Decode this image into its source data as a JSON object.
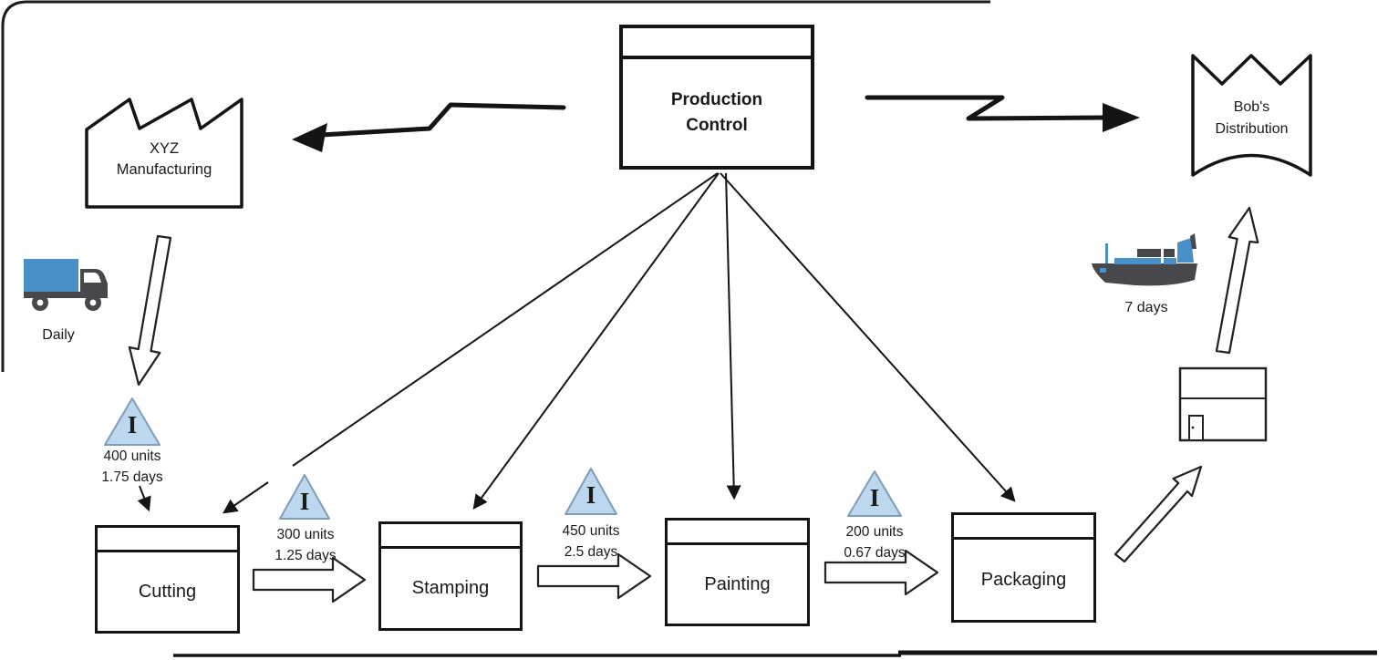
{
  "diagram_type": "value-stream-map",
  "production_control": {
    "label": "Production Control"
  },
  "supplier": {
    "name": "XYZ Manufacturing",
    "inbound_shipment": {
      "icon": "truck-icon",
      "frequency": "Daily"
    }
  },
  "customer": {
    "name": "Bob's Distribution",
    "outbound_shipment": {
      "icon": "ship-icon",
      "duration": "7 days"
    }
  },
  "processes": [
    {
      "label": "Cutting"
    },
    {
      "label": "Stamping"
    },
    {
      "label": "Painting"
    },
    {
      "label": "Packaging"
    }
  ],
  "inventories": [
    {
      "symbol": "I",
      "units": "400 units",
      "time": "1.75 days"
    },
    {
      "symbol": "I",
      "units": "300 units",
      "time": "1.25 days"
    },
    {
      "symbol": "I",
      "units": "450 units",
      "time": "2.5 days"
    },
    {
      "symbol": "I",
      "units": "200 units",
      "time": "0.67 days"
    }
  ],
  "colors": {
    "inventory_fill": "#BDD7EE",
    "inventory_stroke": "#7F9CB9",
    "icon_blue": "#4A90C8",
    "icon_dark": "#47474C",
    "line": "#1A1A1A"
  }
}
